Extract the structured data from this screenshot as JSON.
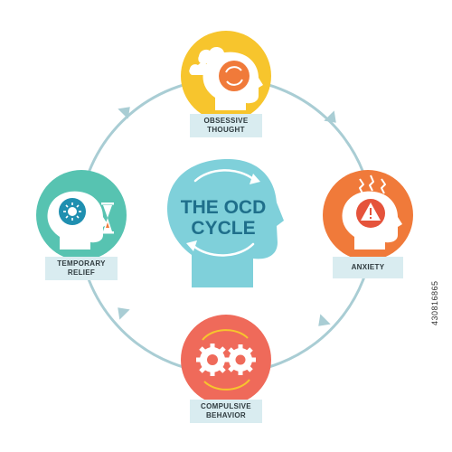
{
  "diagram": {
    "title_line1": "THE OCD",
    "title_line2": "CYCLE",
    "stages": [
      {
        "id": "obsessive-thought",
        "label": "OBSESSIVE\nTHOUGHT",
        "color": "#f7c52d",
        "icon": "brain-clouds-icon"
      },
      {
        "id": "anxiety",
        "label": "ANXIETY",
        "color": "#f07a3a",
        "icon": "brain-warning-icon"
      },
      {
        "id": "compulsive-behavior",
        "label": "COMPULSIVE\nBEHAVIOR",
        "color": "#ef6a5a",
        "icon": "gears-icon"
      },
      {
        "id": "temporary-relief",
        "label": "TEMPORARY\nRELIEF",
        "color": "#57c3b1",
        "icon": "brain-sun-hourglass-icon"
      }
    ],
    "ring_color": "#a9cdd4",
    "head_color": "#7fd0da",
    "title_color": "#1f6f8b",
    "label_bg": "#d9ecf0"
  },
  "stock_id": "430816865"
}
